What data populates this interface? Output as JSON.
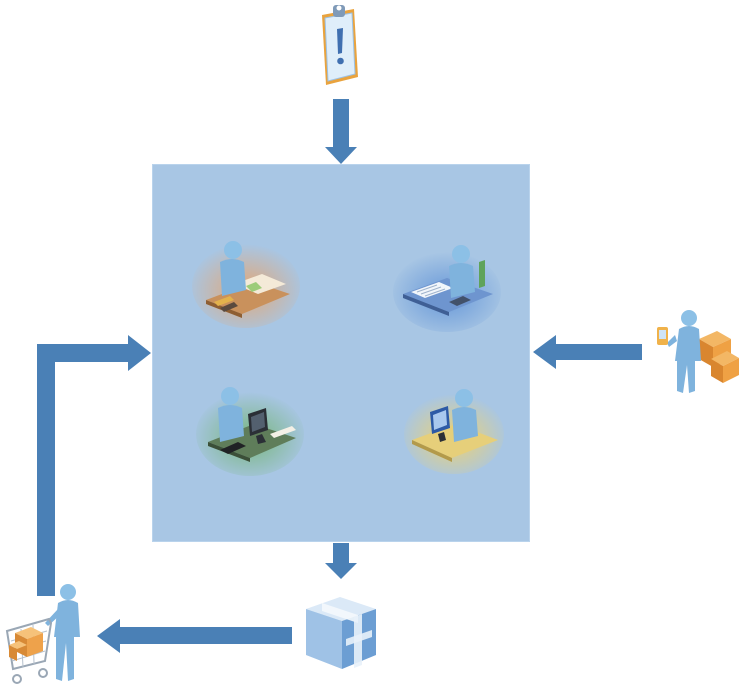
{
  "diagram": {
    "colors": {
      "box_fill": "#a8c6e4",
      "arrow": "#4a80b6",
      "person": "#86b9e0",
      "desk_orange": "#c9915c",
      "desk_blue": "#6e95cf",
      "desk_green": "#5f7d5a",
      "desk_yellow": "#e6cf7a",
      "box_cube": "#7aa8d8"
    },
    "nodes": [
      {
        "id": "alert-clipboard",
        "icon": "clipboard-alert-icon"
      },
      {
        "id": "supplier",
        "icon": "person-with-boxes-icon"
      },
      {
        "id": "warehouse",
        "icon": "shipping-box-icon"
      },
      {
        "id": "customer",
        "icon": "person-with-cart-icon"
      },
      {
        "id": "worker-orange",
        "icon": "worker-desk-icon"
      },
      {
        "id": "worker-blue",
        "icon": "worker-desk-icon"
      },
      {
        "id": "worker-green",
        "icon": "worker-computer-icon"
      },
      {
        "id": "worker-yellow",
        "icon": "worker-computer-icon"
      }
    ],
    "edges": [
      {
        "from": "alert-clipboard",
        "to": "process-box"
      },
      {
        "from": "supplier",
        "to": "process-box"
      },
      {
        "from": "process-box",
        "to": "warehouse"
      },
      {
        "from": "warehouse",
        "to": "customer"
      },
      {
        "from": "customer",
        "to": "process-box"
      }
    ]
  }
}
